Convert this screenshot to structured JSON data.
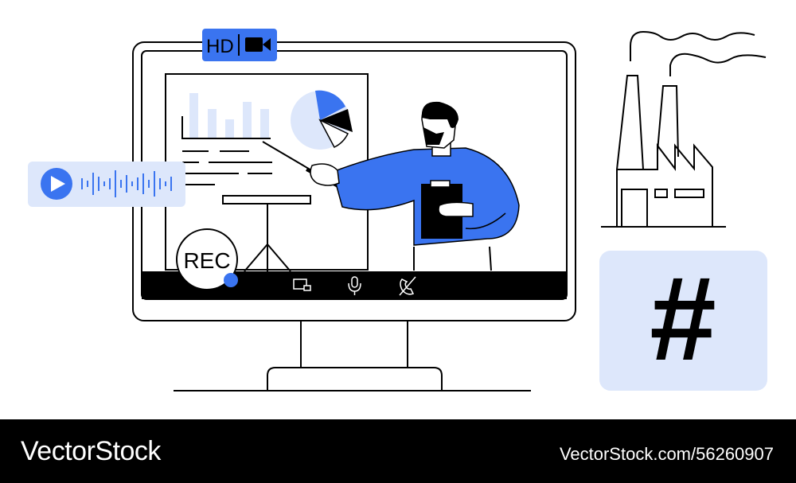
{
  "badges": {
    "hd_label": "HD",
    "rec_label": "REC"
  },
  "hashtag": {
    "symbol": "#"
  },
  "icons": {
    "camera": "video-camera-icon",
    "play": "play-icon",
    "screen_share": "screen-share-icon",
    "microphone": "microphone-icon",
    "hangup": "phone-hangup-icon",
    "factory": "factory-icon"
  },
  "colors": {
    "accent": "#3a74f0",
    "light_accent": "#dde7fb",
    "ink": "#000000"
  },
  "footer": {
    "brand": "VectorStock",
    "url": "VectorStock.com/56260907"
  }
}
